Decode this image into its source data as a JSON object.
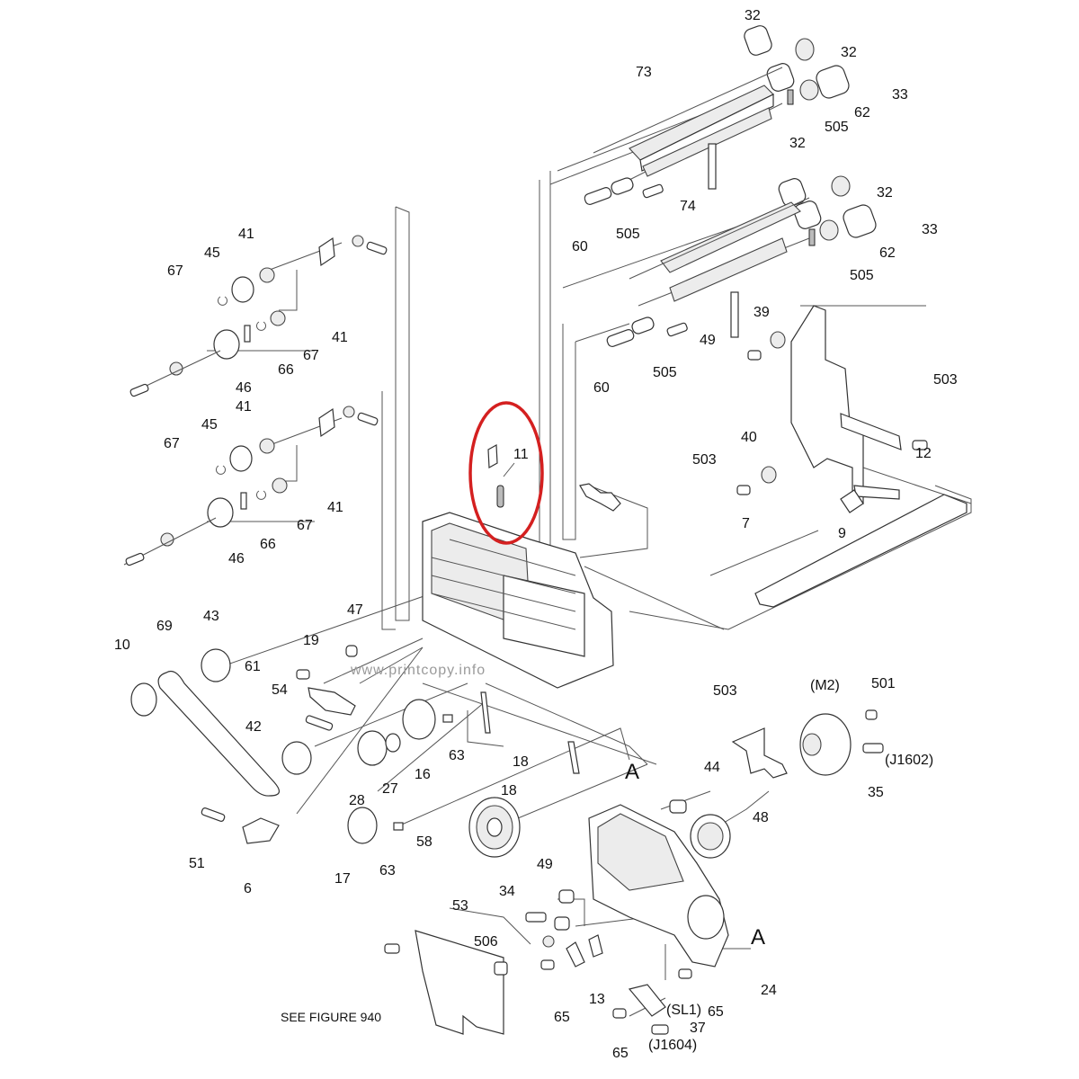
{
  "labels": {
    "l1": "32",
    "l2": "32",
    "l3": "73",
    "l4": "33",
    "l5": "62",
    "l6": "505",
    "l7": "32",
    "l8": "32",
    "l9": "74",
    "l10": "33",
    "l11": "62",
    "l12": "505",
    "l13": "60",
    "l14": "505",
    "l15": "60",
    "l16": "505",
    "l17": "39",
    "l18": "49",
    "l19": "503",
    "l20": "40",
    "l21": "503",
    "l22": "12",
    "l23": "9",
    "l24": "7",
    "l25": "41",
    "l26": "45",
    "l27": "67",
    "l28": "41",
    "l29": "67",
    "l30": "66",
    "l31": "46",
    "l32": "41",
    "l33": "45",
    "l34": "67",
    "l35": "41",
    "l36": "67",
    "l37": "66",
    "l38": "46",
    "l39": "11",
    "l40": "47",
    "l41": "43",
    "l42": "69",
    "l43": "10",
    "l44": "19",
    "l45": "61",
    "l46": "54",
    "l47": "42",
    "l48": "28",
    "l49": "27",
    "l50": "16",
    "l51": "63",
    "l52": "18",
    "l53": "18",
    "l54": "51",
    "l55": "6",
    "l56": "17",
    "l57": "63",
    "l58": "58",
    "l59": "503",
    "l60": "501",
    "l61": "(M2)",
    "l62": "(J1602)",
    "l63": "35",
    "l64": "44",
    "l65": "48",
    "l66": "A",
    "l67": "A",
    "l68": "49",
    "l69": "34",
    "l70": "53",
    "l71": "506",
    "l72": "13",
    "l73": "65",
    "l74": "65",
    "l75": "(SL1)",
    "l76": "37",
    "l77": "65",
    "l78": "(J1604)",
    "l79": "24",
    "l80": "SEE FIGURE 940"
  },
  "watermark": "www.printcopy.info",
  "colors": {
    "highlight": "#d42020",
    "line": "#555555",
    "text": "#111111"
  }
}
